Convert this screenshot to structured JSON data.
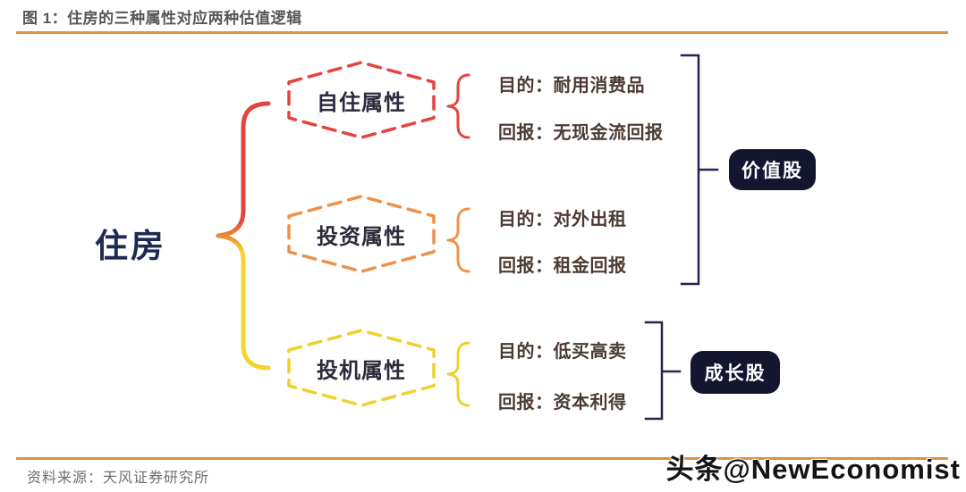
{
  "title": "图 1：住房的三种属性对应两种估值逻辑",
  "root_label": "住房",
  "attributes": [
    {
      "label": "自住属性",
      "purpose": "目的：耐用消费品",
      "return": "回报：无现金流回报",
      "color": "#e5433e"
    },
    {
      "label": "投资属性",
      "purpose": "目的：对外出租",
      "return": "回报：租金回报",
      "color": "#ef9148"
    },
    {
      "label": "投机属性",
      "purpose": "目的：低买高卖",
      "return": "回报：资本利得",
      "color": "#f0d02e"
    }
  ],
  "outcomes": [
    {
      "label": "价值股"
    },
    {
      "label": "成长股"
    }
  ],
  "colors": {
    "rule": "#dd9243",
    "badge_bg": "#14162f",
    "badge_text": "#ffffff",
    "bracket": "#23264a",
    "brace_top": "#e5433e",
    "brace_bottom": "#f3d32c",
    "title_text": "#565656",
    "root_text": "#1f2a52",
    "detail_text": "#4c3b33",
    "source_text": "#6e6e6e"
  },
  "source": "资料来源：天风证券研究所",
  "watermark": "头条@NewEconomist"
}
